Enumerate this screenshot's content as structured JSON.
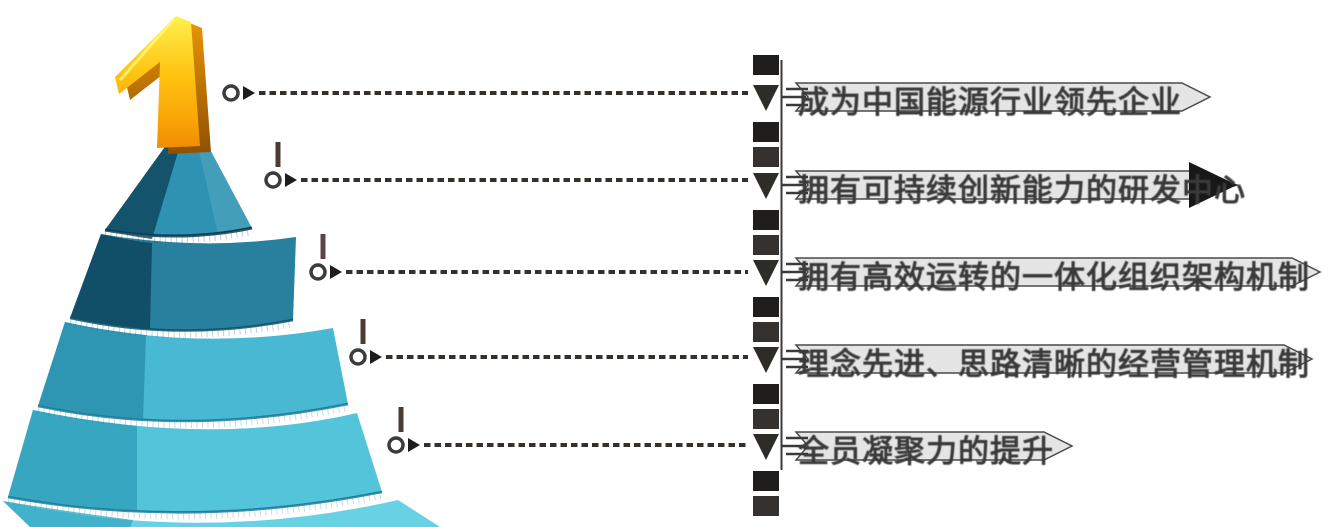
{
  "diagram": {
    "type": "pyramid-ranking",
    "rank_number": "1",
    "levels": [
      {
        "index": 1,
        "label": "成为中国能源行业领先企业"
      },
      {
        "index": 2,
        "label": "拥有可持续创新能力的研发中心"
      },
      {
        "index": 3,
        "label": "拥有高效运转的一体化组织架构机制"
      },
      {
        "index": 4,
        "label": "理念先进、思路清晰的经营管理机制"
      },
      {
        "index": 5,
        "label": "全员凝聚力的提升"
      }
    ],
    "colors": {
      "gold": "#ffc10e",
      "gold_dark": "#b26a04",
      "tier_light_top": "#2e93b2",
      "tier_light_bottom": "#68d1e3",
      "tier_dark_top": "#14536c",
      "tier_dark_bottom": "#41b2cb",
      "connector": "#3a3a3a",
      "text": "#3a3a3a"
    }
  }
}
